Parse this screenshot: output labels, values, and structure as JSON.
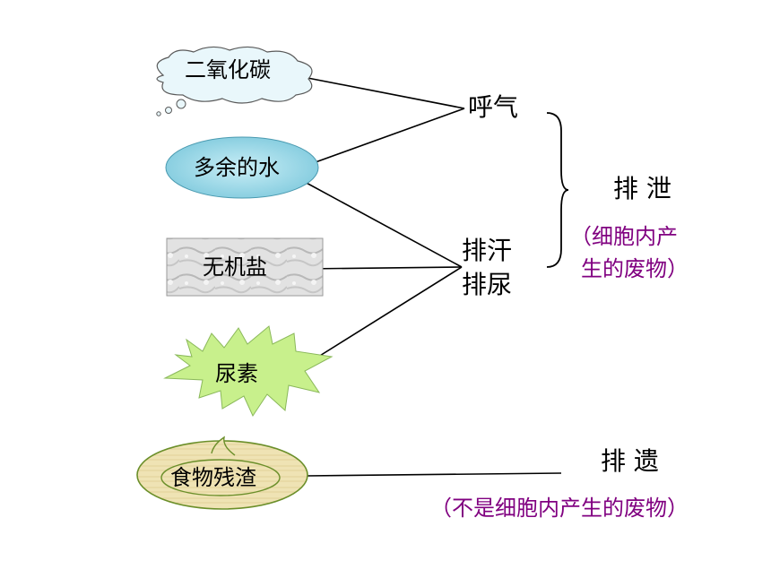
{
  "nodes": {
    "co2": "二氧化碳",
    "water": "多余的水",
    "salt": "无机盐",
    "urea": "尿素",
    "food": "食物残渣"
  },
  "processes": {
    "breath": "呼气",
    "sweat": "排汗",
    "urine": "排尿"
  },
  "categories": {
    "excretion": "排 泄",
    "excretion_note_line1": "（细胞内产",
    "excretion_note_line2": "生的废物）",
    "egestion": "排 遗",
    "egestion_note": "（不是细胞内产生的废物）"
  },
  "colors": {
    "cloud_fill": "#e9f7fb",
    "water_fill": "#9fd8e6",
    "salt_fill": "#d8d8d8",
    "urea_fill": "#c8f08c",
    "food_fill": "#efe2b0",
    "food_border": "#6b8f2a",
    "note_color": "#800080"
  }
}
